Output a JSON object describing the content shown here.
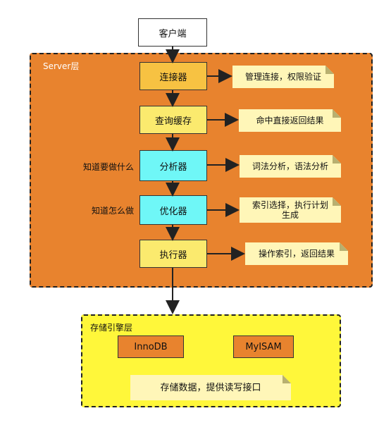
{
  "client": "客户端",
  "server": {
    "title": "Server层",
    "components": [
      {
        "label": "连接器",
        "note": "管理连接，权限验证",
        "side_label": ""
      },
      {
        "label": "查询缓存",
        "note": "命中直接返回结果",
        "side_label": ""
      },
      {
        "label": "分析器",
        "note": "词法分析，语法分析",
        "side_label": "知道要做什么"
      },
      {
        "label": "优化器",
        "note_line1": "索引选择，执行计划",
        "note_line2": "生成",
        "side_label": "知道怎么做"
      },
      {
        "label": "执行器",
        "note": "操作索引，返回结果",
        "side_label": ""
      }
    ]
  },
  "storage": {
    "title": "存储引擎层",
    "engines": [
      "InnoDB",
      "MyISAM"
    ],
    "note": "存储数据，提供读写接口"
  },
  "colors": {
    "server_bg": "#E8832E",
    "storage_bg": "#FFF73A",
    "connector": "#F7C242",
    "yellow_box": "#FBEA6E",
    "cyan_box": "#6FF7F7",
    "note_bg": "#FFF6B8",
    "engine_bg": "#E8832E"
  }
}
